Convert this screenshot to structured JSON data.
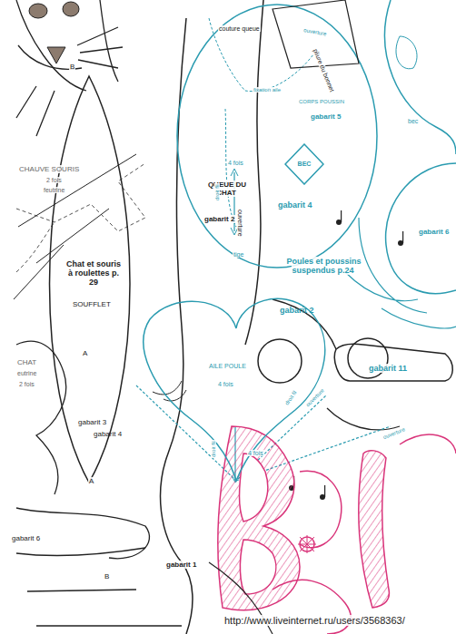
{
  "diagram": {
    "nodes": [
      {
        "text": [
          "Chat et souris à roulettes p. 29",
          "SOUFFLET",
          "gabarit 3",
          "gabarit 4"
        ]
      },
      {
        "text": [
          "BEC"
        ]
      },
      {
        "text": [
          "gabarit 2",
          "AILE POULE",
          "4 fois"
        ]
      }
    ],
    "labels": [
      "B",
      "CHAUVE SOURIS",
      "2 fois",
      "feutrine",
      "CHAT",
      "eutrine",
      "2 fois",
      "A",
      "A",
      "gabarit 6",
      "B",
      "gabarit 1",
      "QUEUE DU CHAT",
      "gabarit 2",
      "4 fois",
      "droit fil",
      "ouverture",
      "tige",
      "gabarit 4",
      "Poules et poussins suspendus p.24",
      "couture queue",
      "ouverture",
      "pliure du bonnet",
      "fixation aile",
      "CORPS POUSSIN",
      "gabarit 5",
      "bec",
      "gabarit 6",
      "gabarit 11",
      "droit fil",
      "ouverture",
      "4 fois",
      "droit fil",
      "ouverture",
      "http://www.liveinternet.ru/users/3568363/"
    ]
  }
}
